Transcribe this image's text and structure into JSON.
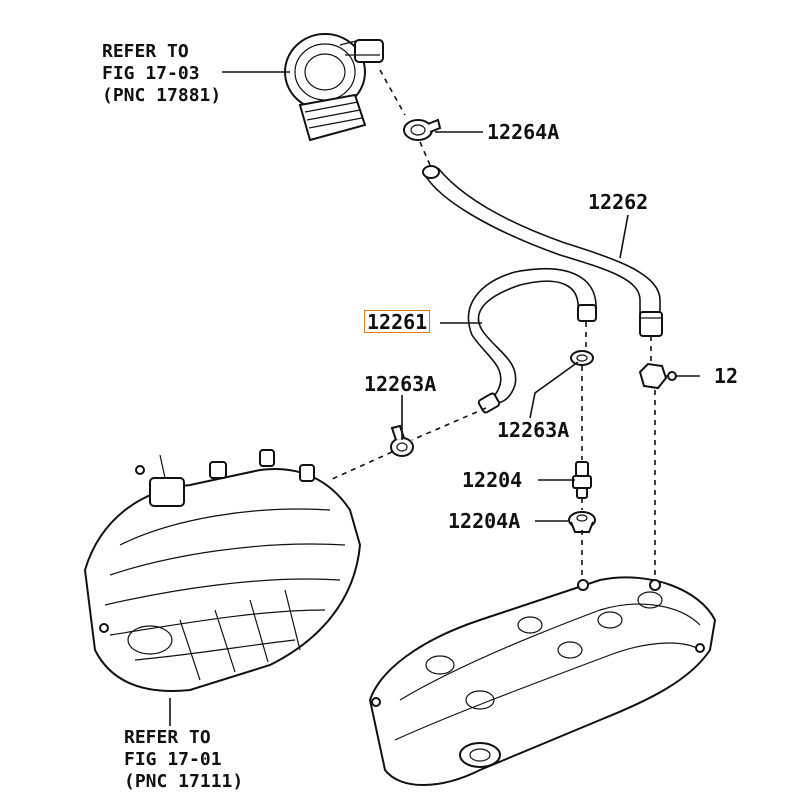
{
  "labels": {
    "ref_top": [
      "REFER TO",
      "FIG 17-03",
      "(PNC 17881)"
    ],
    "ref_bottom": [
      "REFER TO",
      "FIG 17-01",
      "(PNC 17111)"
    ],
    "p12264A": "12264A",
    "p12262": "12262",
    "p12261": "12261",
    "p12263A_left": "12263A",
    "p12263A_right": "12263A",
    "p12204": "12204",
    "p12204A": "12204A",
    "p12_cut": "12"
  },
  "colors": {
    "highlight": "#e07a1f",
    "ink": "#111111"
  }
}
